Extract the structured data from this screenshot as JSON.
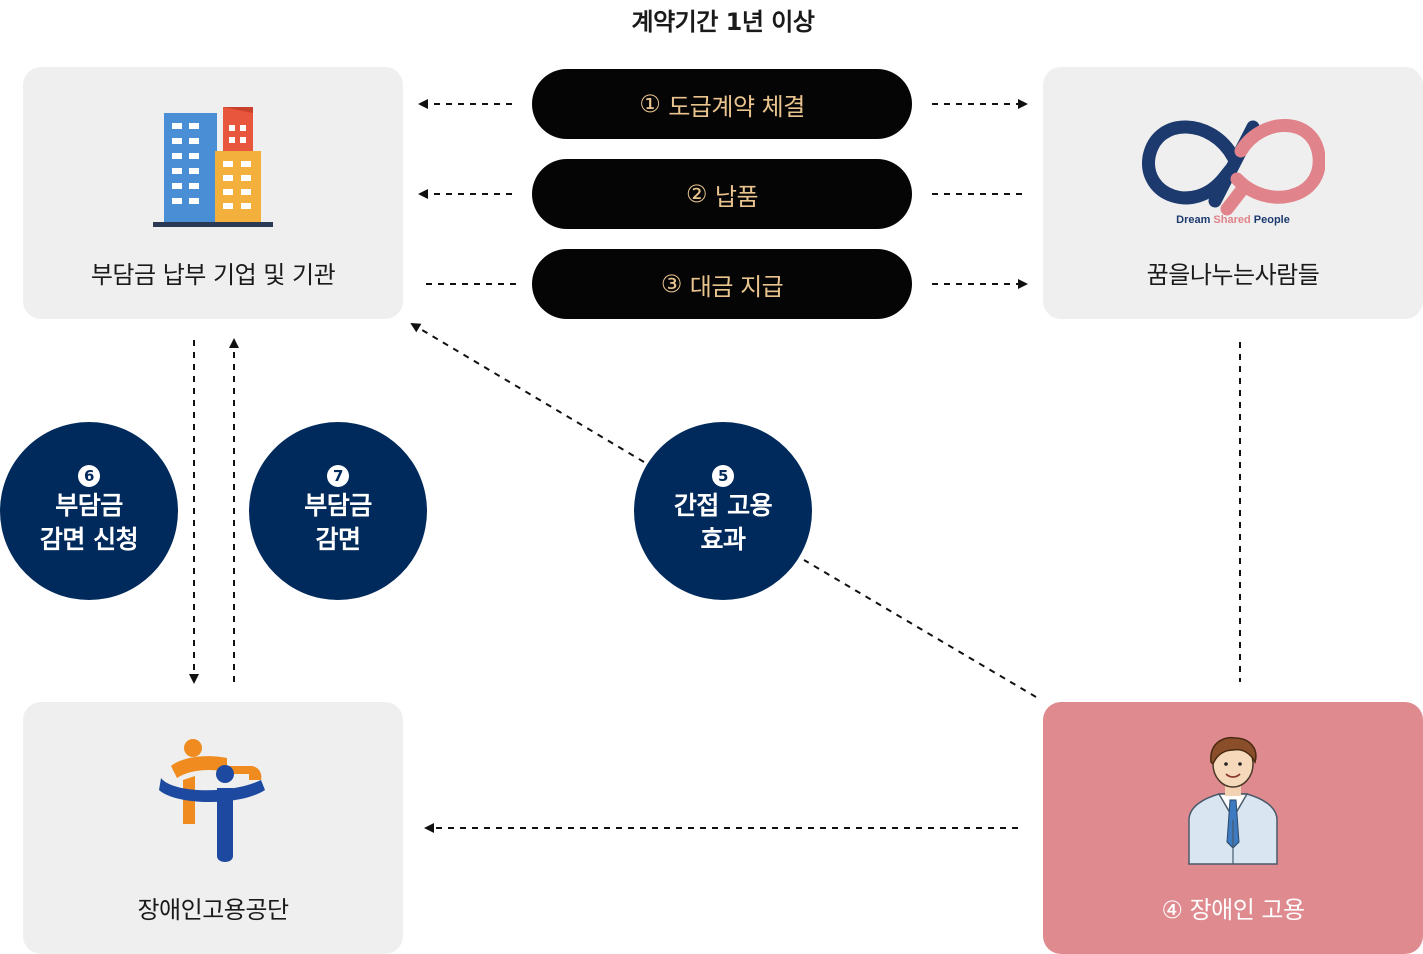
{
  "title": "계약기간 1년 이상",
  "nodes": {
    "company": {
      "label": "부담금 납부 기업 및 기관",
      "icon": "building-icon"
    },
    "dsp": {
      "label": "꿈을나누는사람들",
      "logo_text_1": "Dream",
      "logo_text_2": "Shared",
      "logo_text_3": "People",
      "icon": "infinity-logo"
    },
    "agency": {
      "label": "장애인고용공단",
      "icon": "agency-logo"
    },
    "employee": {
      "num": "④",
      "label": "장애인 고용",
      "icon": "person-icon"
    }
  },
  "steps": [
    {
      "num": "①",
      "label": "도급계약 체결"
    },
    {
      "num": "②",
      "label": "납품"
    },
    {
      "num": "③",
      "label": "대금 지급"
    }
  ],
  "circles": [
    {
      "num": "6",
      "line1": "부담금",
      "line2": "감면 신청"
    },
    {
      "num": "7",
      "line1": "부담금",
      "line2": "감면"
    },
    {
      "num": "5",
      "line1": "간접 고용",
      "line2": "효과"
    }
  ],
  "colors": {
    "box_bg": "#efefef",
    "pill_bg": "#050505",
    "pill_text": "#e9c48f",
    "circle_bg": "#002a5c",
    "employee_bg": "#de8a8e",
    "logo_navy": "#1c3a6e",
    "logo_pink": "#e0838a"
  }
}
